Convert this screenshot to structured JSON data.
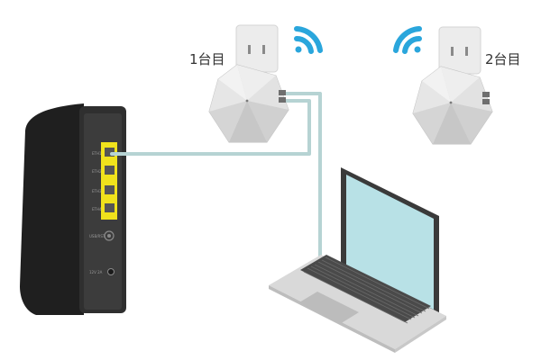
{
  "extender_1": {
    "label": "1台目"
  },
  "extender_2": {
    "label": "2台目"
  },
  "router": {
    "port_labels": [
      "ETH1",
      "ETH2",
      "ETH3",
      "ETH4"
    ],
    "usb_label": "USB/RST",
    "power_label": "12V 2A"
  },
  "colors": {
    "cable": "#b6d3d3",
    "port_highlight": "#f0e21c",
    "wifi": "#2aa6dc",
    "router_body": "#2d2d2d",
    "laptop_screen": "#b8e1e6"
  },
  "icons": {
    "wifi_1": "wifi-icon",
    "wifi_2": "wifi-icon"
  }
}
